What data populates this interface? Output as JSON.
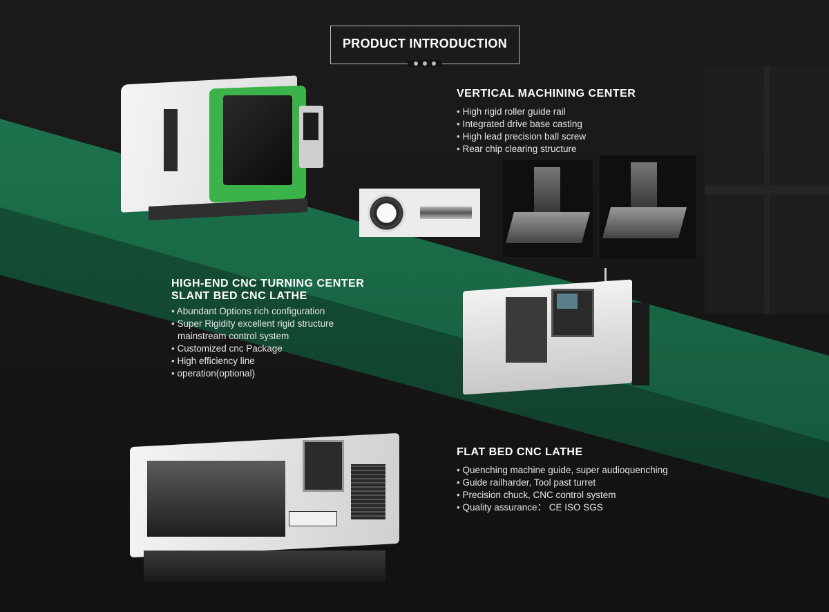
{
  "header": {
    "title": "PRODUCT INTRODUCTION"
  },
  "colors": {
    "band": "#1e7a52",
    "background": "#141414",
    "accent_green": "#3cb24a"
  },
  "sections": {
    "vmc": {
      "title": "VERTICAL MACHINING CENTER",
      "features": [
        "High rigid roller guide rail",
        "Integrated drive base casting",
        "High lead precision ball screw",
        "Rear chip clearing structure"
      ]
    },
    "cnc": {
      "title_line1": "HIGH-END CNC TURNING CENTER",
      "title_line2": "SLANT BED CNC LATHE",
      "features": [
        "Abundant Options rich configuration",
        "Super Rigidity excellent rigid structure",
        "mainstream control system",
        "Customized cnc Package",
        "High efficiency line",
        "operation(optional)"
      ]
    },
    "flat": {
      "title": "FLAT BED CNC LATHE",
      "features": [
        "Quenching machine guide, super audioquenching",
        "Guide railharder, Tool past turret",
        "Precision chuck, CNC control system",
        "Quality assurance： CE ISO SGS"
      ]
    }
  }
}
